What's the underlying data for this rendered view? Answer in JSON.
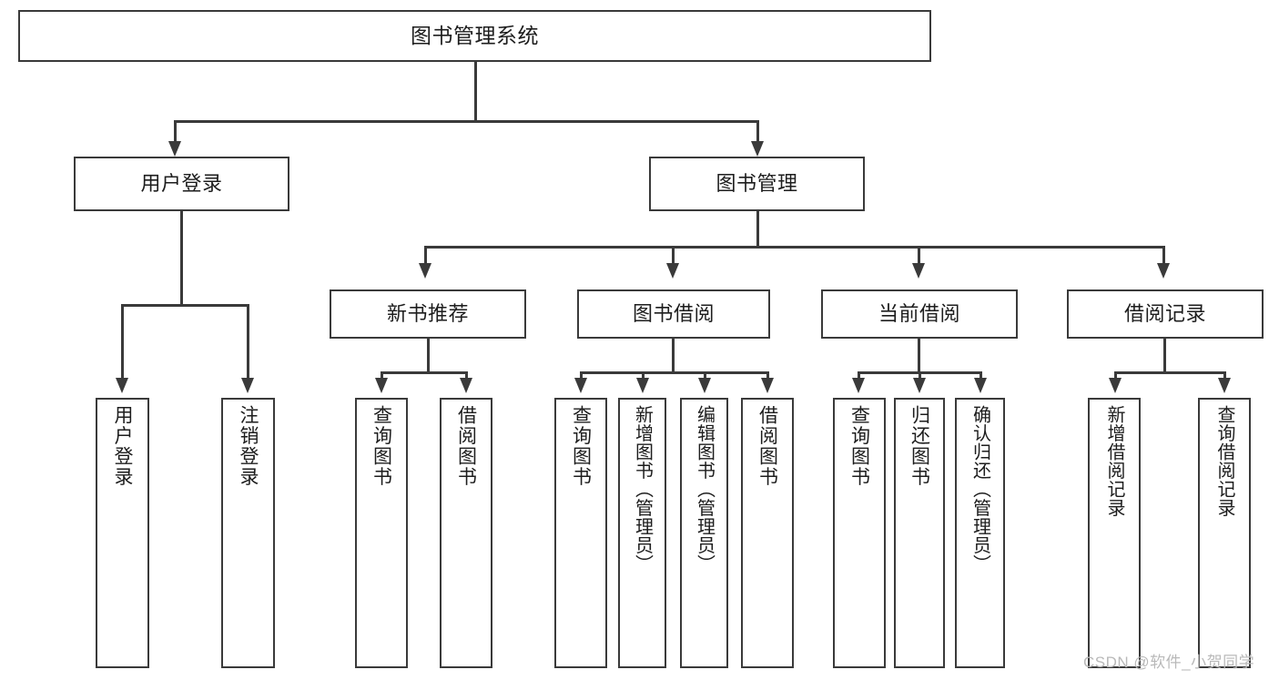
{
  "diagram": {
    "title": "图书管理系统",
    "type": "tree-hierarchy-diagram",
    "colors": {
      "stroke": "#3a3a3a",
      "fill": "#ffffff",
      "text": "#1d1d1d",
      "watermark": "#b9b9b9"
    },
    "root": {
      "label": "图书管理系统"
    },
    "level1": [
      {
        "label": "用户登录"
      },
      {
        "label": "图书管理"
      }
    ],
    "level2": [
      {
        "label": "新书推荐"
      },
      {
        "label": "图书借阅"
      },
      {
        "label": "当前借阅"
      },
      {
        "label": "借阅记录"
      }
    ],
    "leaves_user_login": [
      {
        "label": "用户登录"
      },
      {
        "label": "注销登录"
      }
    ],
    "leaves_new_books": [
      {
        "label": "查询图书"
      },
      {
        "label": "借阅图书"
      }
    ],
    "leaves_borrow": [
      {
        "label": "查询图书"
      },
      {
        "label": "新增图书（管理员）"
      },
      {
        "label": "编辑图书（管理员）"
      },
      {
        "label": "借阅图书"
      }
    ],
    "leaves_current": [
      {
        "label": "查询图书"
      },
      {
        "label": "归还图书"
      },
      {
        "label": "确认归还（管理员）"
      }
    ],
    "leaves_records": [
      {
        "label": "新增借阅记录"
      },
      {
        "label": "查询借阅记录"
      }
    ]
  },
  "watermark": {
    "text": "CSDN @软件_小贺同学"
  }
}
